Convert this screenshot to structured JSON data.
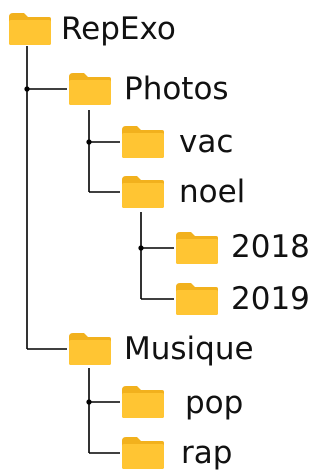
{
  "diagram": {
    "colors": {
      "folder_fill": "#FFC533",
      "folder_tab": "#F2B11D",
      "line": "#000000",
      "text": "#111111"
    },
    "icon": "folder-icon",
    "nodes": {
      "root": "RepExo",
      "photos": "Photos",
      "vac": "vac",
      "noel": "noel",
      "y2018": "2018",
      "y2019": "2019",
      "musique": "Musique",
      "pop": "pop",
      "rap": "rap"
    }
  }
}
